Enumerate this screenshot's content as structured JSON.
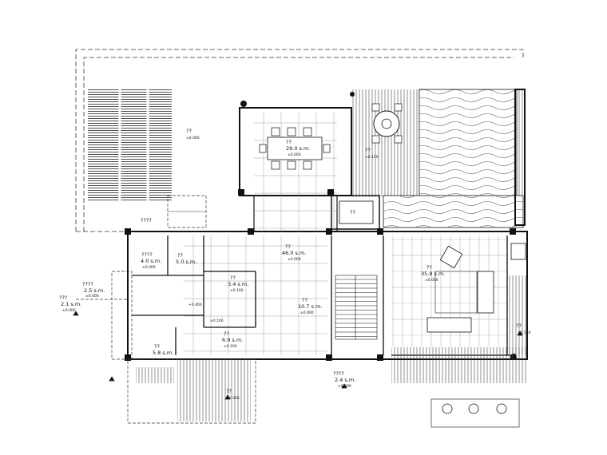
{
  "plan": {
    "rooms": [
      {
        "id": "terrace-left",
        "name": "??",
        "elev": "±0.000"
      },
      {
        "id": "dining",
        "name": "??",
        "area": "29.0 s.m.",
        "elev": "±0.000"
      },
      {
        "id": "pool-deck",
        "name": "??",
        "elev": "+0.150"
      },
      {
        "id": "garden",
        "name": "????"
      },
      {
        "id": "pond",
        "name": "??"
      },
      {
        "id": "room-1",
        "name": "????",
        "area": "4.0 s.m.",
        "elev": "±0.000"
      },
      {
        "id": "room-2",
        "name": "??",
        "area": "5.0 s.m."
      },
      {
        "id": "hall",
        "name": "??",
        "area": "46.0 s.m.",
        "elev": "±0.000"
      },
      {
        "id": "living",
        "name": "??",
        "area": "35.8 s.m.",
        "elev": "±0.000"
      },
      {
        "id": "bath",
        "name": "??",
        "area": "3.4 s.m.",
        "elev": "±0.100"
      },
      {
        "id": "room-25",
        "name": "????",
        "area": "2.5 s.m.",
        "elev": "±0.000"
      },
      {
        "id": "room-21",
        "name": "???",
        "area": "2.1 s.m.",
        "elev": "±0.000"
      },
      {
        "id": "kitchen",
        "name": "??",
        "area": "10.7 s.m.",
        "elev": "±0.000"
      },
      {
        "id": "store",
        "name": "??",
        "area": "5.8 s.m."
      },
      {
        "id": "corridor",
        "name": "??",
        "area": "6.9 s.m.",
        "elev": "±0.100"
      },
      {
        "id": "entry",
        "name": "????",
        "area": "2.4 s.m.",
        "elev": "±0.000"
      },
      {
        "id": "deck-front",
        "name": "??",
        "elev": "±0.200"
      },
      {
        "id": "balcony-right",
        "name": "??",
        "elev": "+0.150"
      }
    ],
    "small_marks": [
      "±0.100",
      "+0.400"
    ],
    "colors": {
      "line": "#111111",
      "wall": "#111111"
    }
  }
}
